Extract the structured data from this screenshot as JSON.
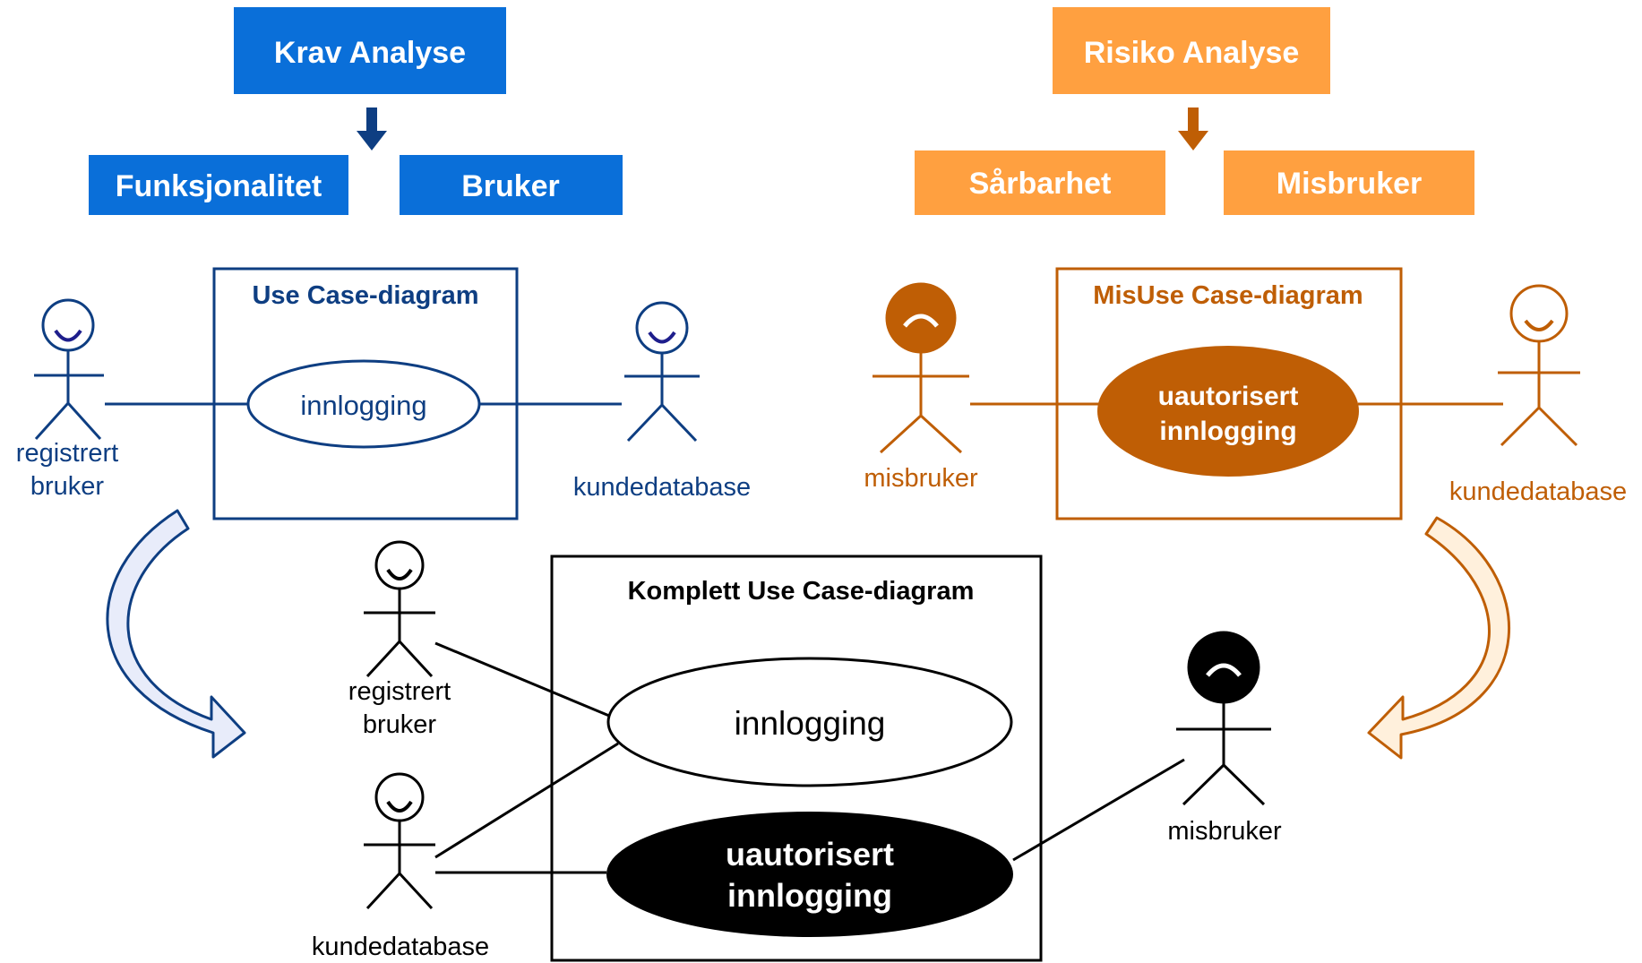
{
  "colors": {
    "blue_box": "#0A6FD9",
    "dark_blue": "#0E3E82",
    "orange_box": "#FFA040",
    "dark_orange": "#BF5E05",
    "black": "#000000",
    "white": "#ffffff",
    "arrow_blue_fill": "#E8ECFA",
    "arrow_orange_fill": "#FFF0DC"
  },
  "left": {
    "header": "Krav Analyse",
    "sub_left": "Funksjonalitet",
    "sub_right": "Bruker",
    "diagram_title": "Use Case-diagram",
    "usecase": "innlogging",
    "actor_left_line1": "registrert",
    "actor_left_line2": "bruker",
    "actor_right": "kundedatabase"
  },
  "right": {
    "header": "Risiko Analyse",
    "sub_left": "Sårbarhet",
    "sub_right": "Misbruker",
    "diagram_title": "MisUse Case-diagram",
    "usecase_line1": "uautorisert",
    "usecase_line2": "innlogging",
    "actor_left": "misbruker",
    "actor_right": "kundedatabase"
  },
  "bottom": {
    "diagram_title": "Komplett Use Case-diagram",
    "usecase1": "innlogging",
    "usecase2_line1": "uautorisert",
    "usecase2_line2": "innlogging",
    "actor1_line1": "registrert",
    "actor1_line2": "bruker",
    "actor2": "kundedatabase",
    "actor3": "misbruker"
  }
}
